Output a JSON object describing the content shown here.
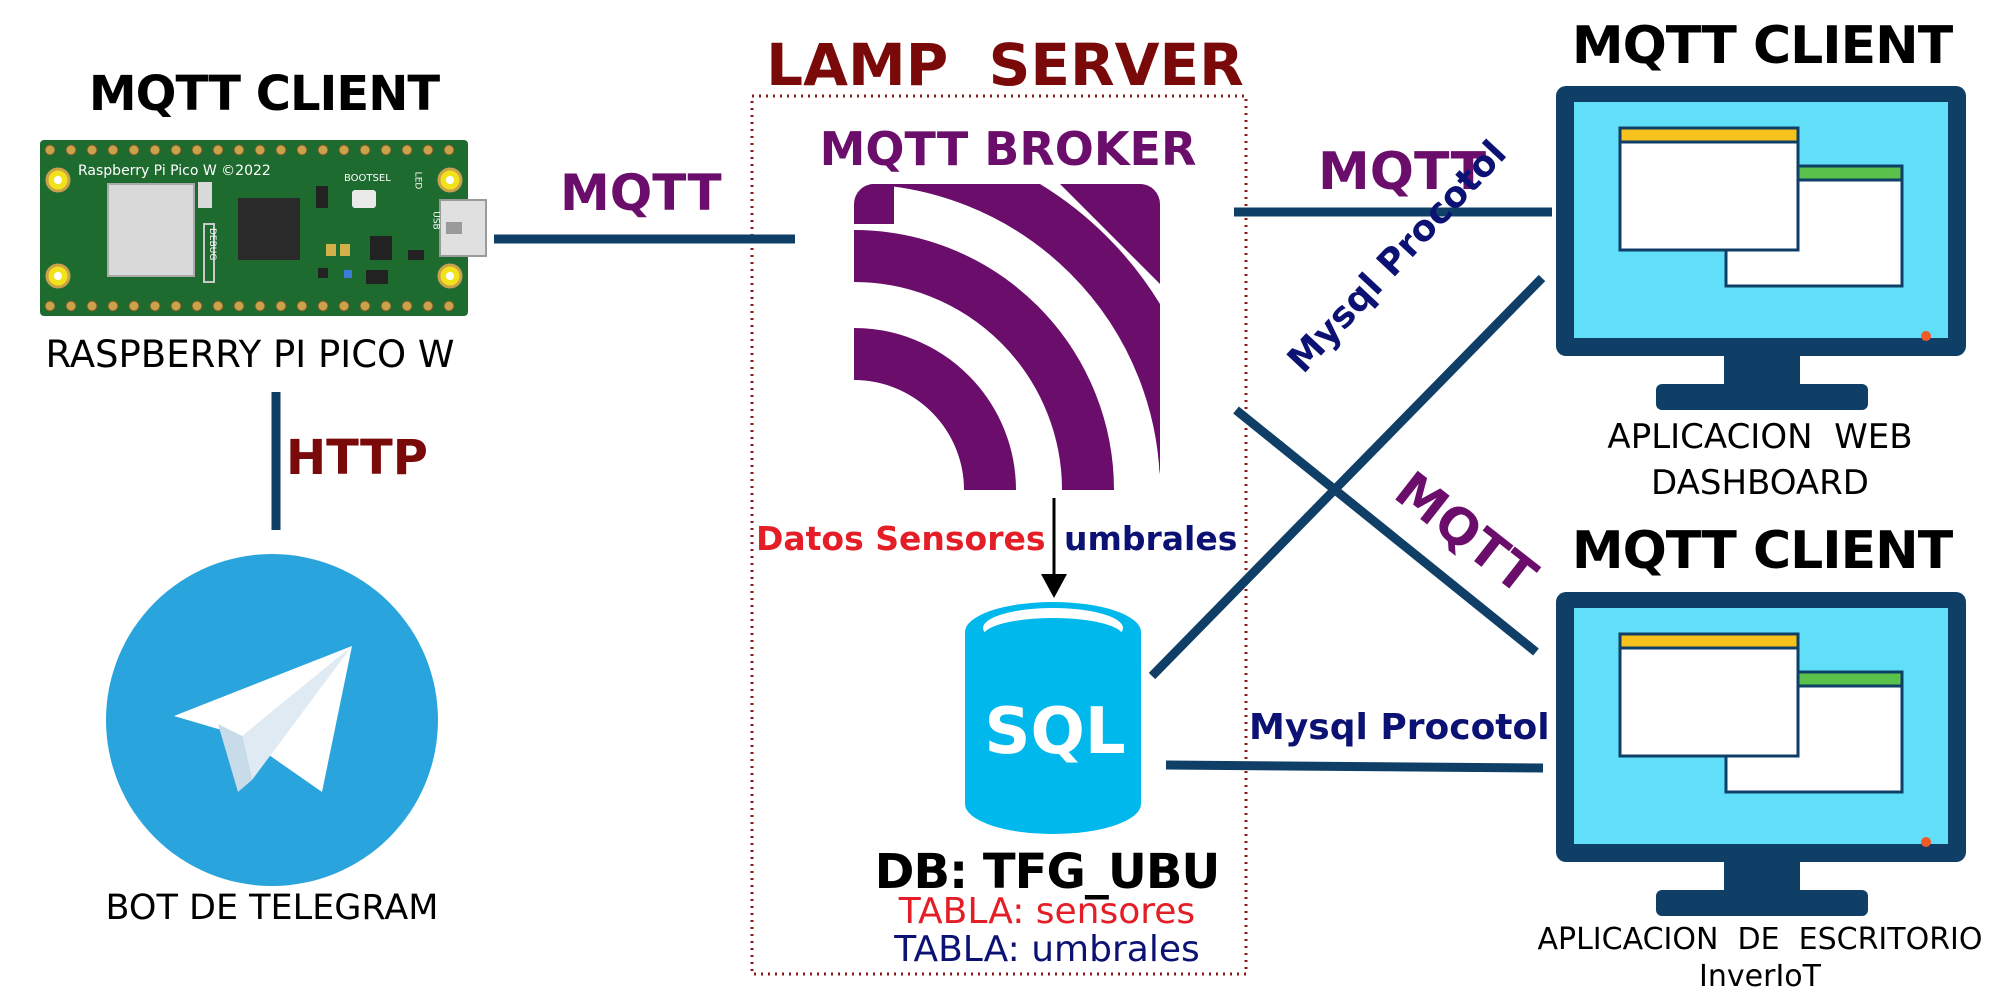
{
  "colors": {
    "line": "#0f3f66",
    "purple": "#6b0d6b",
    "darkred": "#7a0a0a",
    "red": "#e41e26",
    "navy": "#0c1273",
    "monitor": "#0f3f66",
    "screen": "#62dff8",
    "sql": "#00b8ec",
    "telegram": "#2aa4dd",
    "pcb": "#1e6b30"
  },
  "pico": {
    "header": "MQTT CLIENT",
    "label": "RASPBERRY PI PICO W",
    "silk_title": "Raspberry Pi Pico W ©2022",
    "silk_bootsel": "BOOTSEL",
    "silk_led": "LED",
    "silk_usb": "USB",
    "silk_debug": "DEBUG"
  },
  "telegram": {
    "label": "BOT DE TELEGRAM"
  },
  "links": {
    "pico_broker": "MQTT",
    "pico_telegram": "HTTP",
    "broker_web": "MQTT",
    "broker_desktop": "MQTT",
    "sql_web": "Mysql Procotol",
    "sql_desktop": "Mysql Procotol"
  },
  "server": {
    "title": "LAMP  SERVER",
    "broker_label": "MQTT BROKER",
    "flow_left": "Datos Sensores",
    "flow_right": "umbrales",
    "sql_icon": "SQL",
    "db_name": "DB: TFG_UBU",
    "table1": "TABLA: sensores",
    "table2": "TABLA: umbrales"
  },
  "web_client": {
    "header": "MQTT CLIENT",
    "line1": "APLICACION  WEB",
    "line2": "DASHBOARD"
  },
  "desktop_client": {
    "header": "MQTT CLIENT",
    "line1": "APLICACION  DE  ESCRITORIO",
    "line2": "InverIoT"
  }
}
